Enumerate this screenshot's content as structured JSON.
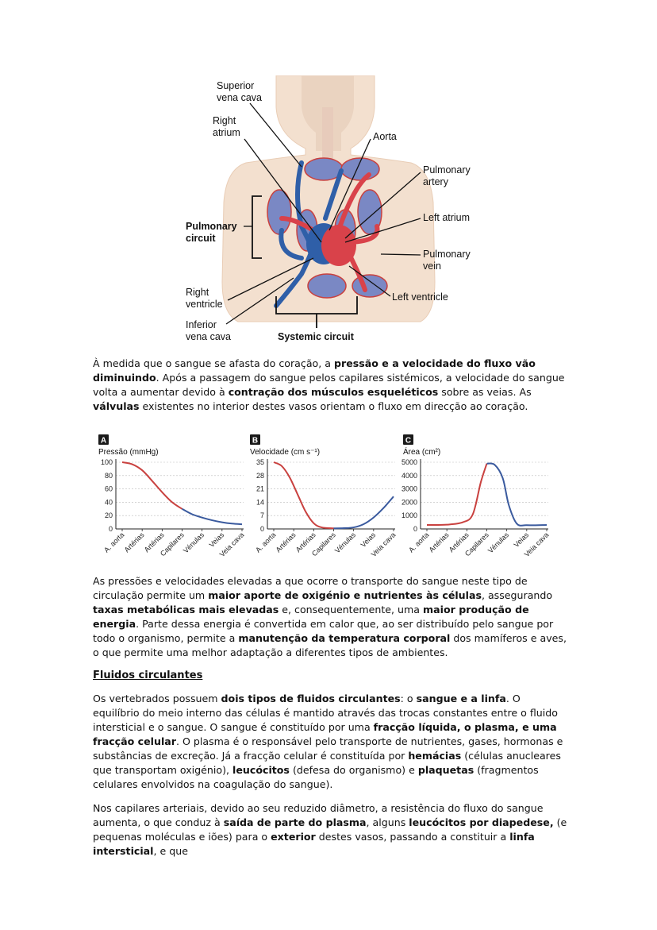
{
  "diagram": {
    "labels": {
      "superior_vena_cava": [
        "Superior",
        "vena cava"
      ],
      "right_atrium": [
        "Right",
        "atrium"
      ],
      "aorta": [
        "Aorta"
      ],
      "pulmonary_artery": [
        "Pulmonary",
        "artery"
      ],
      "left_atrium": [
        "Left atrium"
      ],
      "pulmonary_vein": [
        "Pulmonary",
        "vein"
      ],
      "left_ventricle": [
        "Left ventricle"
      ],
      "right_ventricle": [
        "Right",
        "ventricle"
      ],
      "inferior_vena_cava": [
        "Inferior",
        "vena cava"
      ],
      "pulmonary_circuit": [
        "Pulmonary",
        "circuit"
      ],
      "systemic_circuit": [
        "Systemic circuit"
      ]
    },
    "colors": {
      "arterial": "#d9424a",
      "venous": "#2f5fa8",
      "body": "#f3e0cf",
      "lung": "#7a88c4"
    }
  },
  "para1": [
    {
      "t": "À medida que o sangue se afasta do coração, a "
    },
    {
      "t": "pressão e a velocidade do fluxo vão diminuindo",
      "b": true
    },
    {
      "t": ". Após a passagem do sangue pelos capilares sistémicos, a velocidade do sangue volta a aumentar devido à "
    },
    {
      "t": "contração dos músculos esqueléticos",
      "b": true
    },
    {
      "t": " sobre as veias. As "
    },
    {
      "t": "válvulas",
      "b": true
    },
    {
      "t": " existentes no interior destes vasos orientam o fluxo em direcção ao coração."
    }
  ],
  "chart_data": [
    {
      "type": "line",
      "panel": "A",
      "title": "Pressão (mmHg)",
      "categories": [
        "A. aorta",
        "Artérias",
        "Artérias",
        "Capilares",
        "Vénulas",
        "Veias",
        "Veia cava"
      ],
      "yticks": [
        0,
        20,
        40,
        60,
        80,
        100
      ],
      "ylim": [
        0,
        100
      ],
      "series": [
        {
          "color": "#c9413f",
          "x": [
            0,
            0.5,
            1,
            1.5,
            2,
            2.5,
            3
          ],
          "y": [
            100,
            97,
            88,
            72,
            55,
            40,
            30
          ]
        },
        {
          "color": "#3a5a9e",
          "x": [
            3,
            3.5,
            4,
            4.5,
            5,
            5.5,
            6
          ],
          "y": [
            30,
            22,
            17,
            13,
            10,
            8,
            7
          ]
        }
      ]
    },
    {
      "type": "line",
      "panel": "B",
      "title": "Velocidade (cm s⁻¹)",
      "categories": [
        "A. aorta",
        "Artérias",
        "Artérias",
        "Capilares",
        "Vénulas",
        "Veias",
        "Veia cava"
      ],
      "yticks": [
        0,
        7,
        14,
        21,
        28,
        35
      ],
      "ylim": [
        0,
        35
      ],
      "series": [
        {
          "color": "#c9413f",
          "x": [
            0,
            0.4,
            0.8,
            1.2,
            1.6,
            2,
            2.4,
            3
          ],
          "y": [
            35,
            33,
            27,
            18,
            9,
            3,
            0.8,
            0.3
          ]
        },
        {
          "color": "#3a5a9e",
          "x": [
            3,
            3.5,
            4,
            4.5,
            5,
            5.5,
            6
          ],
          "y": [
            0.3,
            0.4,
            0.8,
            2.5,
            6,
            11,
            17
          ]
        }
      ]
    },
    {
      "type": "line",
      "panel": "C",
      "title": "Área (cm²)",
      "categories": [
        "A. aorta",
        "Artérias",
        "Artérias",
        "Capilares",
        "Vénulas",
        "Veias",
        "Veia cava"
      ],
      "yticks": [
        0,
        1000,
        2000,
        3000,
        4000,
        5000
      ],
      "ylim": [
        0,
        5000
      ],
      "series": [
        {
          "color": "#c9413f",
          "x": [
            0,
            1,
            1.8,
            2.3,
            2.7,
            3
          ],
          "y": [
            300,
            320,
            500,
            1100,
            3500,
            4900
          ]
        },
        {
          "color": "#3a5a9e",
          "x": [
            3,
            3.4,
            3.8,
            4.1,
            4.5,
            5,
            6
          ],
          "y": [
            4900,
            4800,
            3800,
            1800,
            400,
            280,
            300
          ]
        }
      ]
    }
  ],
  "para2": [
    {
      "t": "As pressões e velocidades elevadas a que ocorre o transporte do sangue neste tipo de circulação permite um "
    },
    {
      "t": "maior aporte de oxigénio e nutrientes às células",
      "b": true
    },
    {
      "t": ", assegurando "
    },
    {
      "t": "taxas metabólicas mais elevadas",
      "b": true
    },
    {
      "t": " e, consequentemente, uma "
    },
    {
      "t": "maior produção de energia",
      "b": true
    },
    {
      "t": ". Parte dessa energia é convertida em calor que, ao ser distribuído pelo sangue por todo o organismo, permite a "
    },
    {
      "t": "manutenção da temperatura corporal",
      "b": true
    },
    {
      "t": " dos mamíferos e aves, o que permite uma melhor adaptação a diferentes tipos de ambientes."
    }
  ],
  "heading": "Fluidos circulantes",
  "para3": [
    {
      "t": "Os vertebrados possuem "
    },
    {
      "t": "dois tipos de fluidos circulantes",
      "b": true
    },
    {
      "t": ": o "
    },
    {
      "t": "sangue e a linfa",
      "b": true
    },
    {
      "t": ". O equilíbrio do meio interno das células é mantido através das trocas constantes entre o fluido intersticial e o sangue. O sangue é constituído por uma "
    },
    {
      "t": "fracção líquida, o plasma, e uma fracção celular",
      "b": true
    },
    {
      "t": ". O plasma é o responsável pelo transporte de nutrientes, gases, hormonas e substâncias de excreção. Já a fracção celular é constituída por "
    },
    {
      "t": "hemácias",
      "b": true
    },
    {
      "t": " (células anucleares que transportam oxigénio), "
    },
    {
      "t": "leucócitos",
      "b": true
    },
    {
      "t": " (defesa do organismo) e "
    },
    {
      "t": "plaquetas",
      "b": true
    },
    {
      "t": " (fragmentos celulares envolvidos na coagulação do sangue)."
    }
  ],
  "para4": [
    {
      "t": "Nos capilares arteriais, devido ao seu reduzido diâmetro, a resistência do fluxo do sangue aumenta, o que conduz à "
    },
    {
      "t": "saída de parte do plasma",
      "b": true
    },
    {
      "t": ", alguns "
    },
    {
      "t": "leucócitos por diapedese,",
      "b": true
    },
    {
      "t": " (e pequenas moléculas e iões) para o "
    },
    {
      "t": "exterior",
      "b": true
    },
    {
      "t": " destes vasos, passando a constituir a "
    },
    {
      "t": "linfa intersticial",
      "b": true
    },
    {
      "t": ", e que"
    }
  ]
}
